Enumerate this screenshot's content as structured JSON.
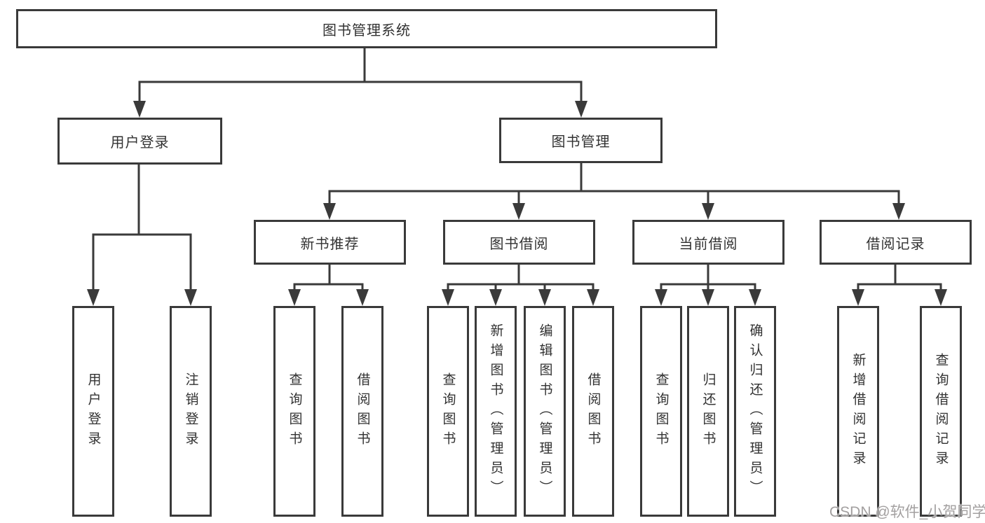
{
  "colors": {
    "line": "#3a3a3a",
    "border": "#3a3a3a",
    "text": "#323232",
    "background": "#ffffff",
    "watermark": "#a3a0a0"
  },
  "tree": {
    "root": {
      "label": "图书管理系统"
    },
    "level2": {
      "user_login": {
        "label": "用户登录"
      },
      "book_management": {
        "label": "图书管理"
      }
    },
    "level3": {
      "new_book_recommend": {
        "label": "新书推荐",
        "parent": "图书管理"
      },
      "book_borrow": {
        "label": "图书借阅",
        "parent": "图书管理"
      },
      "current_borrow": {
        "label": "当前借阅",
        "parent": "图书管理"
      },
      "borrow_record": {
        "label": "借阅记录",
        "parent": "图书管理"
      }
    },
    "leaves": {
      "user_login": {
        "label": "用户登录",
        "parent": "用户登录"
      },
      "logout": {
        "label": "注销登录",
        "parent": "用户登录"
      },
      "rec_query_book": {
        "label": "查询图书",
        "parent": "新书推荐"
      },
      "rec_borrow_book": {
        "label": "借阅图书",
        "parent": "新书推荐"
      },
      "borrow_query_book": {
        "label": "查询图书",
        "parent": "图书借阅"
      },
      "borrow_add_book": {
        "label": "新增图书（管理员）",
        "parent": "图书借阅"
      },
      "borrow_edit_book": {
        "label": "编辑图书（管理员）",
        "parent": "图书借阅"
      },
      "borrow_borrow_book": {
        "label": "借阅图书",
        "parent": "图书借阅"
      },
      "current_query_book": {
        "label": "查询图书",
        "parent": "当前借阅"
      },
      "current_return_book": {
        "label": "归还图书",
        "parent": "当前借阅"
      },
      "current_confirm_return": {
        "label": "确认归还（管理员）",
        "parent": "当前借阅"
      },
      "record_add": {
        "label": "新增借阅记录",
        "parent": "借阅记录"
      },
      "record_query": {
        "label": "查询借阅记录",
        "parent": "借阅记录"
      }
    }
  },
  "watermark": {
    "text": "CSDN @软件_小贺同学"
  }
}
